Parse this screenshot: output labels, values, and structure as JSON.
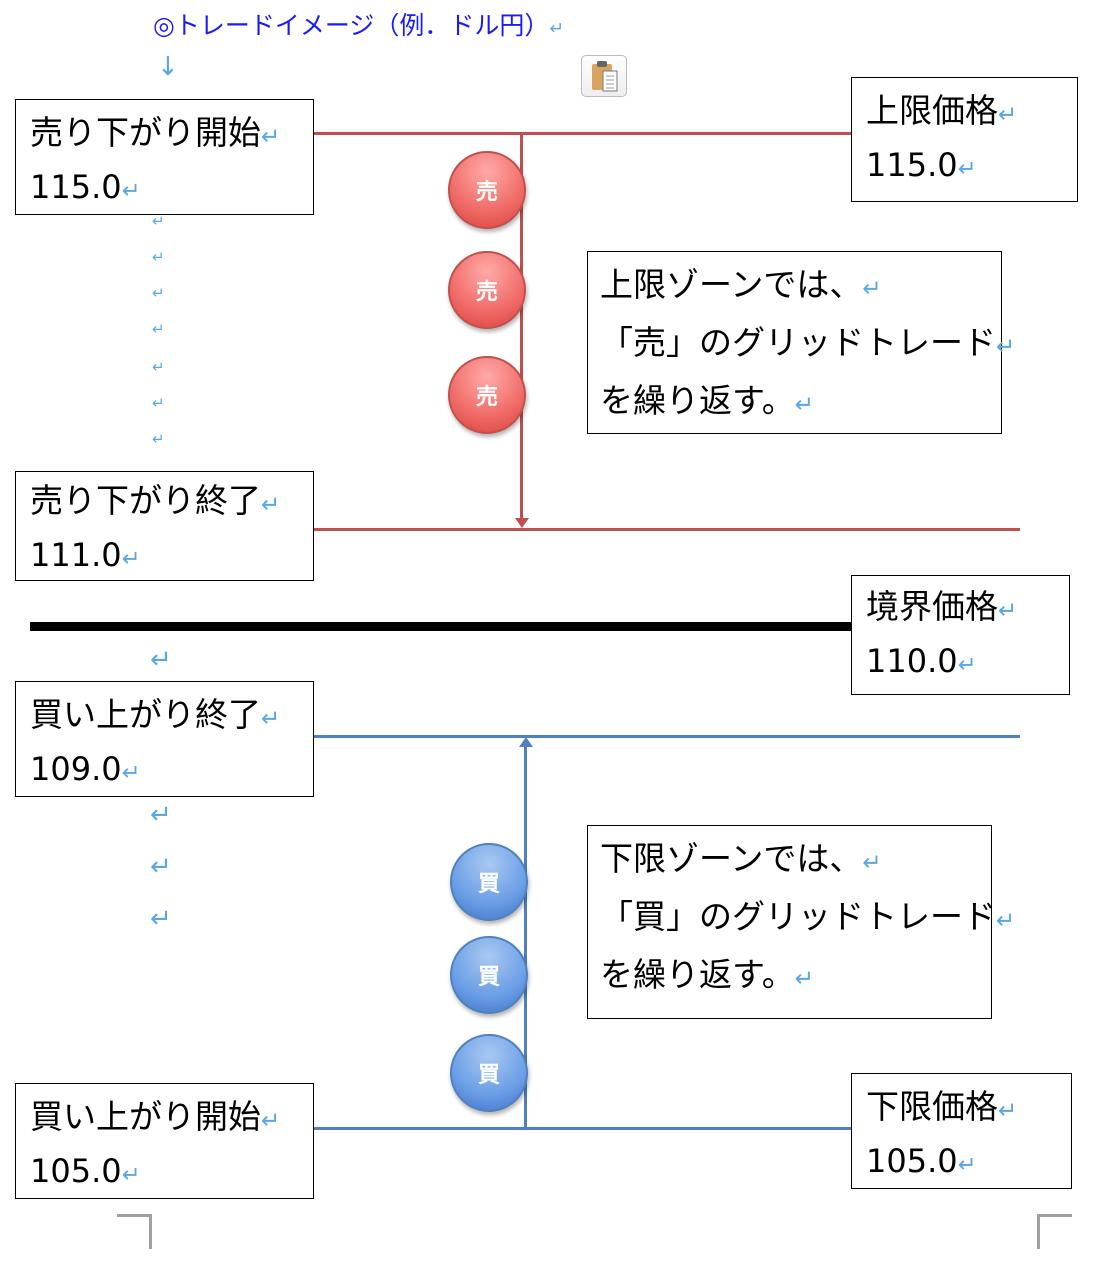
{
  "title": "◎トレードイメージ（例．ドル円）",
  "return_mark": "↵",
  "down_arrow": "↓",
  "colors": {
    "sell": "#c0504d",
    "buy": "#4f81bd",
    "title": "#1a1aff"
  },
  "boxes": {
    "sell_start": {
      "label": "売り下がり開始",
      "value": "115.0"
    },
    "upper_limit": {
      "label": "上限価格",
      "value": "115.0"
    },
    "sell_end": {
      "label": "売り下がり終了",
      "value": "111.0"
    },
    "boundary": {
      "label": "境界価格",
      "value": "110.0"
    },
    "buy_end": {
      "label": "買い上がり終了",
      "value": "109.0"
    },
    "buy_start": {
      "label": "買い上がり開始",
      "value": "105.0"
    },
    "lower_limit": {
      "label": "下限価格",
      "value": "105.0"
    }
  },
  "upper_zone": [
    "上限ゾーンでは、",
    "「売」のグリッドトレード",
    "を繰り返す。"
  ],
  "lower_zone": [
    "下限ゾーンでは、",
    "「買」のグリッドトレード",
    "を繰り返す。"
  ],
  "sell_label": "売",
  "buy_label": "買",
  "icons": {
    "paste": "clipboard-icon"
  }
}
